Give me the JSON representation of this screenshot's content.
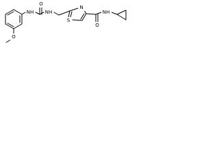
{
  "molecule": {
    "atoms": {
      "NH_1": "NH",
      "NH_2": "NH",
      "O_1": "O",
      "O_2": "O",
      "O_3": "O",
      "S_1": "S",
      "N_1": "N",
      "NH_3": "NH"
    }
  }
}
